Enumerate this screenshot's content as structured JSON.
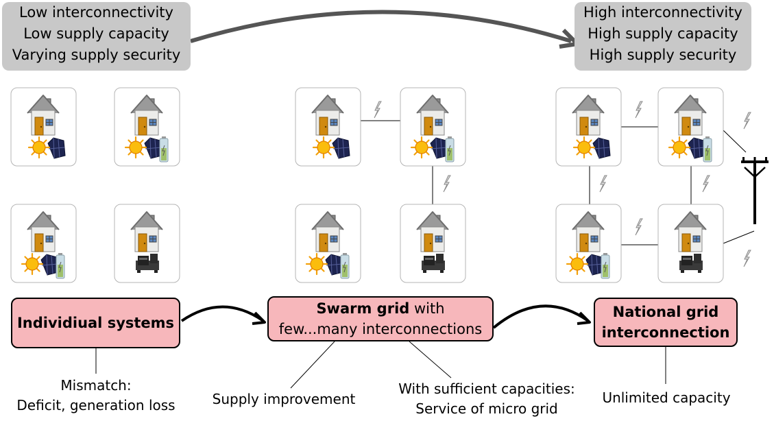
{
  "top": {
    "left_lines": [
      "Low interconnectivity",
      "Low supply capacity",
      "Varying supply security"
    ],
    "right_lines": [
      "High interconnectivity",
      "High supply capacity",
      "High supply security"
    ]
  },
  "stages": {
    "individual": {
      "bold": "Individiual systems"
    },
    "swarm": {
      "bold": "Swarm grid",
      "rest": " with",
      "line2": "few...many interconnections"
    },
    "national": {
      "line1": "National grid",
      "line2": "interconnection"
    }
  },
  "labels": {
    "mismatch": [
      "Mismatch:",
      "Deficit, generation loss"
    ],
    "supply": "Supply improvement",
    "sufficient": [
      "With sufficient capacities:",
      "Service of micro grid"
    ],
    "unlimited": "Unlimited capacity"
  },
  "colors": {
    "top_box": "#c8c8c8",
    "stage_box": "#f7b7bb",
    "arrow": "#555555"
  }
}
